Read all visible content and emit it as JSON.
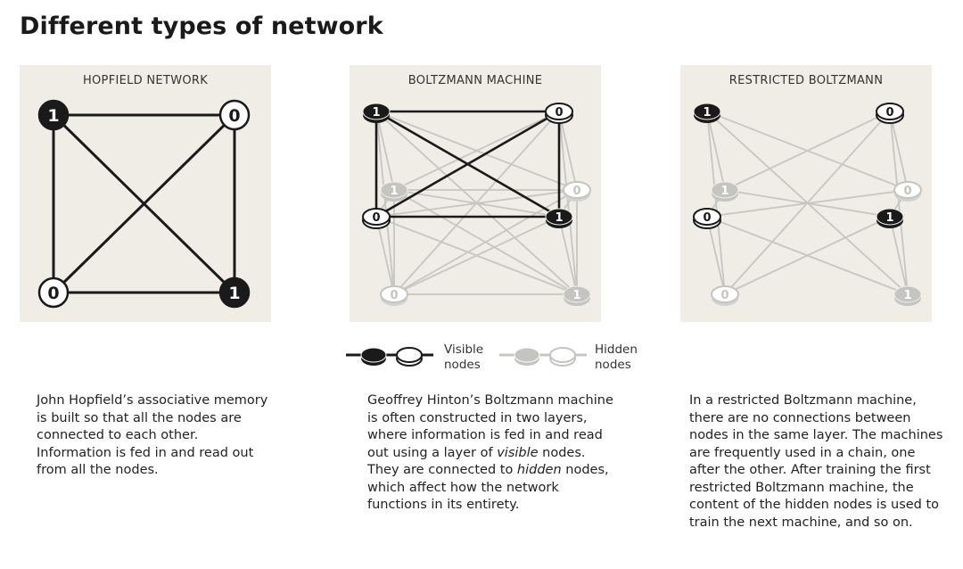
{
  "title": "Different types of network",
  "panels": [
    {
      "id": "hopfield",
      "title": "HOPFIELD NETWORK"
    },
    {
      "id": "boltzmann",
      "title": "BOLTZMANN MACHINE"
    },
    {
      "id": "rbm",
      "title": "RESTRICTED BOLTZMANN"
    }
  ],
  "legend": {
    "visible_line1": "Visible",
    "visible_line2": "nodes",
    "hidden_line1": "Hidden",
    "hidden_line2": "nodes"
  },
  "descriptions": {
    "hopfield": [
      "John Hopfield’s associative memory is built so that all the nodes are connected to each other. Information is fed in and read out from all the nodes."
    ],
    "boltzmann": {
      "p1": "Geoffrey Hinton’s Boltzmann machine is often constructed in two layers, where information is fed in and read out using a layer of ",
      "em1": "visible",
      "p2": " nodes. They are connected to ",
      "em2": "hidden",
      "p3": " nodes, which affect how the network functions in its entirety."
    },
    "rbm": "In a restricted Boltzmann machine, there are no connections between nodes in the same layer. The machines are frequently used in a chain, one after the other. After training the first restricted Boltzmann machine, the content of the hidden nodes is used to train the next machine, and so on."
  },
  "node_values": {
    "hopfield": [
      "1",
      "0",
      "0",
      "1"
    ],
    "boltzmann_visible": [
      "1",
      "0",
      "0",
      "1"
    ],
    "boltzmann_hidden": [
      "1",
      "0",
      "0",
      "1"
    ],
    "rbm_visible": [
      "1",
      "0",
      "0",
      "1"
    ],
    "rbm_hidden": [
      "1",
      "0",
      "0",
      "1"
    ]
  },
  "colors": {
    "panel_bg": "#f0ede6",
    "visible_dark": "#1a1a1a",
    "hidden_gray": "#c4c4c0",
    "edge_gray": "#c6c6c2"
  }
}
